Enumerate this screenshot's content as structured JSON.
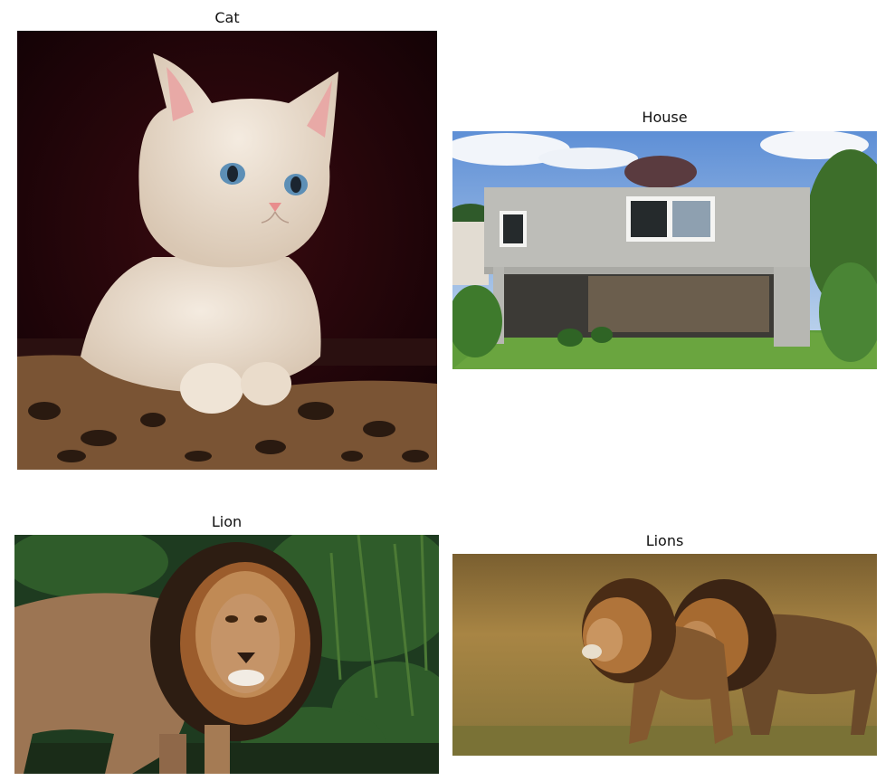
{
  "panels": [
    {
      "title": "Cat"
    },
    {
      "title": "House"
    },
    {
      "title": "Lion"
    },
    {
      "title": "Lions"
    }
  ]
}
